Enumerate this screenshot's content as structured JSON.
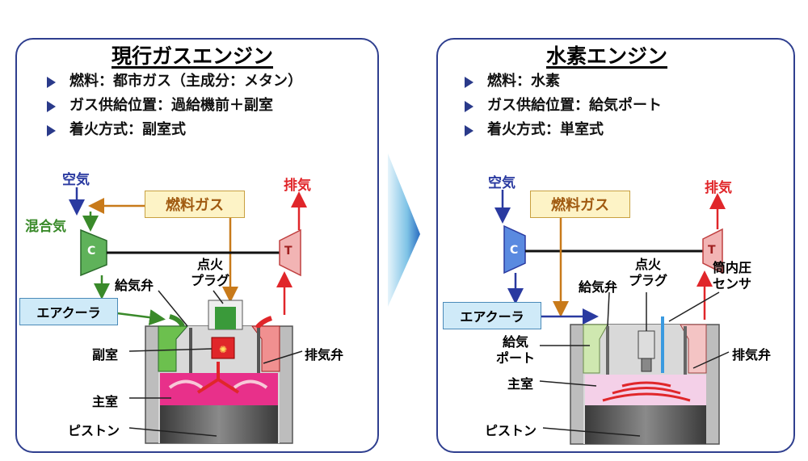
{
  "left": {
    "title": "現行ガスエンジン",
    "bullets": [
      "燃料：都市ガス（主成分：メタン）",
      "ガス供給位置：過給機前＋副室",
      "着火方式：副室式"
    ],
    "labels": {
      "air": "空気",
      "mixture": "混合気",
      "exhaust": "排気",
      "fuel_gas": "燃料ガス",
      "compressor": "C",
      "turbine": "T",
      "intake_valve": "給気弁",
      "spark_plug": "点火\nプラグ",
      "air_cooler": "エアクーラ",
      "sub_chamber": "副室",
      "exhaust_valve": "排気弁",
      "main_chamber": "主室",
      "piston": "ピストン"
    }
  },
  "right": {
    "title": "水素エンジン",
    "bullets": [
      "燃料：水素",
      "ガス供給位置：給気ポート",
      "着火方式：単室式"
    ],
    "labels": {
      "air": "空気",
      "exhaust": "排気",
      "fuel_gas": "燃料ガス",
      "compressor": "C",
      "turbine": "T",
      "intake_valve": "給気弁",
      "spark_plug": "点火\nプラグ",
      "pressure_sensor": "筒内圧\nセンサ",
      "air_cooler": "エアクーラ",
      "intake_port": "給気\nポート",
      "exhaust_valve": "排気弁",
      "main_chamber": "主室",
      "piston": "ピストン"
    }
  },
  "colors": {
    "panel_border": "#2f3f8f",
    "air": "#2a3aa0",
    "mixture": "#3a8a2a",
    "fuel": "#c87a1a",
    "exhaust": "#e0262a",
    "compressor_fill": "#5fb25a",
    "compressor_fill_h2": "#5a8ae0",
    "turbine_fill": "#f2b4b4",
    "chamber_pink": "#e8308a",
    "chamber_h2": "#f4d0e8"
  }
}
